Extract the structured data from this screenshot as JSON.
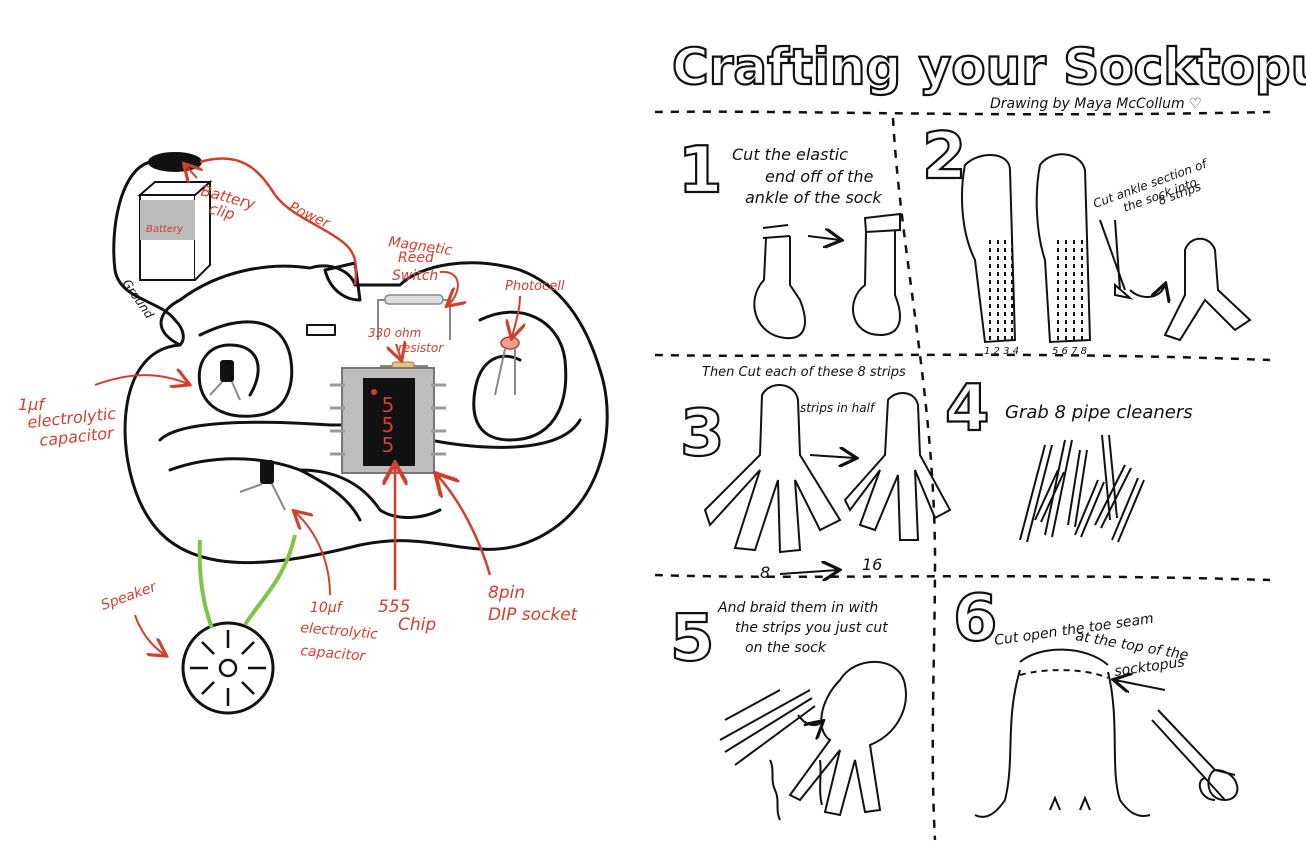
{
  "circuit": {
    "labels": {
      "battery": "Battery",
      "battery_clip_1": "Battery",
      "battery_clip_2": "clip",
      "power": "Power",
      "ground": "Ground",
      "reed_1": "Magnetic",
      "reed_2": "Reed",
      "reed_3": "Switch",
      "photocell": "Photocell",
      "resistor_1": "330 ohm",
      "resistor_2": "resistor",
      "cap1_1": "1µf",
      "cap1_2": "electrolytic",
      "cap1_3": "capacitor",
      "speaker": "Speaker",
      "cap10_1": "10µf",
      "cap10_2": "electrolytic",
      "cap10_3": "capacitor",
      "chip_1": "555",
      "chip_2": "Chip",
      "dip_1": "8pin",
      "dip_2": "DIP socket",
      "chip_digits": [
        "5",
        "5",
        "5"
      ]
    }
  },
  "guide": {
    "title": "Crafting your Socktopus",
    "credit": "Drawing by Maya McCollum ♡",
    "steps": [
      {
        "number": "1",
        "lines": [
          "Cut the elastic",
          "end off of the",
          "ankle of the sock"
        ]
      },
      {
        "number": "2",
        "lines": [
          "Cut ankle section of",
          "the sock into",
          "8 strips"
        ],
        "counts_left": "1 2 3 4",
        "counts_right": "5 6 7 8"
      },
      {
        "number": "3",
        "lines": [
          "Then Cut each of these 8 strips",
          "strips in half"
        ],
        "from": "8",
        "to": "16"
      },
      {
        "number": "4",
        "lines": [
          "Grab 8 pipe cleaners"
        ]
      },
      {
        "number": "5",
        "lines": [
          "And braid them in with",
          "the strips you just cut",
          "on the sock"
        ]
      },
      {
        "number": "6",
        "lines": [
          "Cut open the toe seam",
          "at the top of the",
          "socktopus"
        ]
      }
    ]
  }
}
